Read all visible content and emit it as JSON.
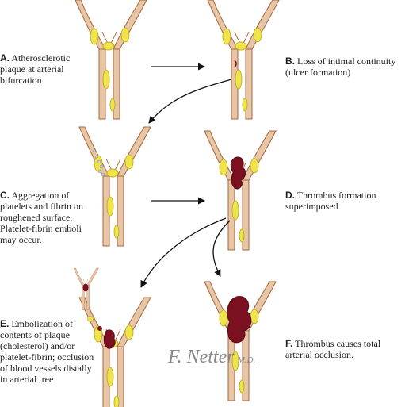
{
  "panels": [
    {
      "letter": "A.",
      "caption": "Atherosclerotic plaque at arterial bifurcation"
    },
    {
      "letter": "B.",
      "caption": "Loss of intimal continuity (ulcer formation)"
    },
    {
      "letter": "C.",
      "caption": "Aggregation of platelets and fibrin on roughened surface. Platelet-fibrin emboli may occur."
    },
    {
      "letter": "D.",
      "caption": "Thrombus formation superimposed"
    },
    {
      "letter": "E.",
      "caption": "Embolization of contents of plaque (cholesterol) and/or platelet-fibrin; occlusion of blood vessels distally in arterial tree"
    },
    {
      "letter": "F.",
      "caption": "Thrombus causes total arterial occlusion."
    }
  ],
  "signature": {
    "name": "F. Netter",
    "suffix": "M.D."
  },
  "colors": {
    "wall": "#e7c6a6",
    "wall_edge": "#a7643c",
    "plaque": "#f0e44c",
    "plaque_edge": "#b6a615",
    "thrombus": "#7a1020",
    "arrow": "#111111"
  }
}
